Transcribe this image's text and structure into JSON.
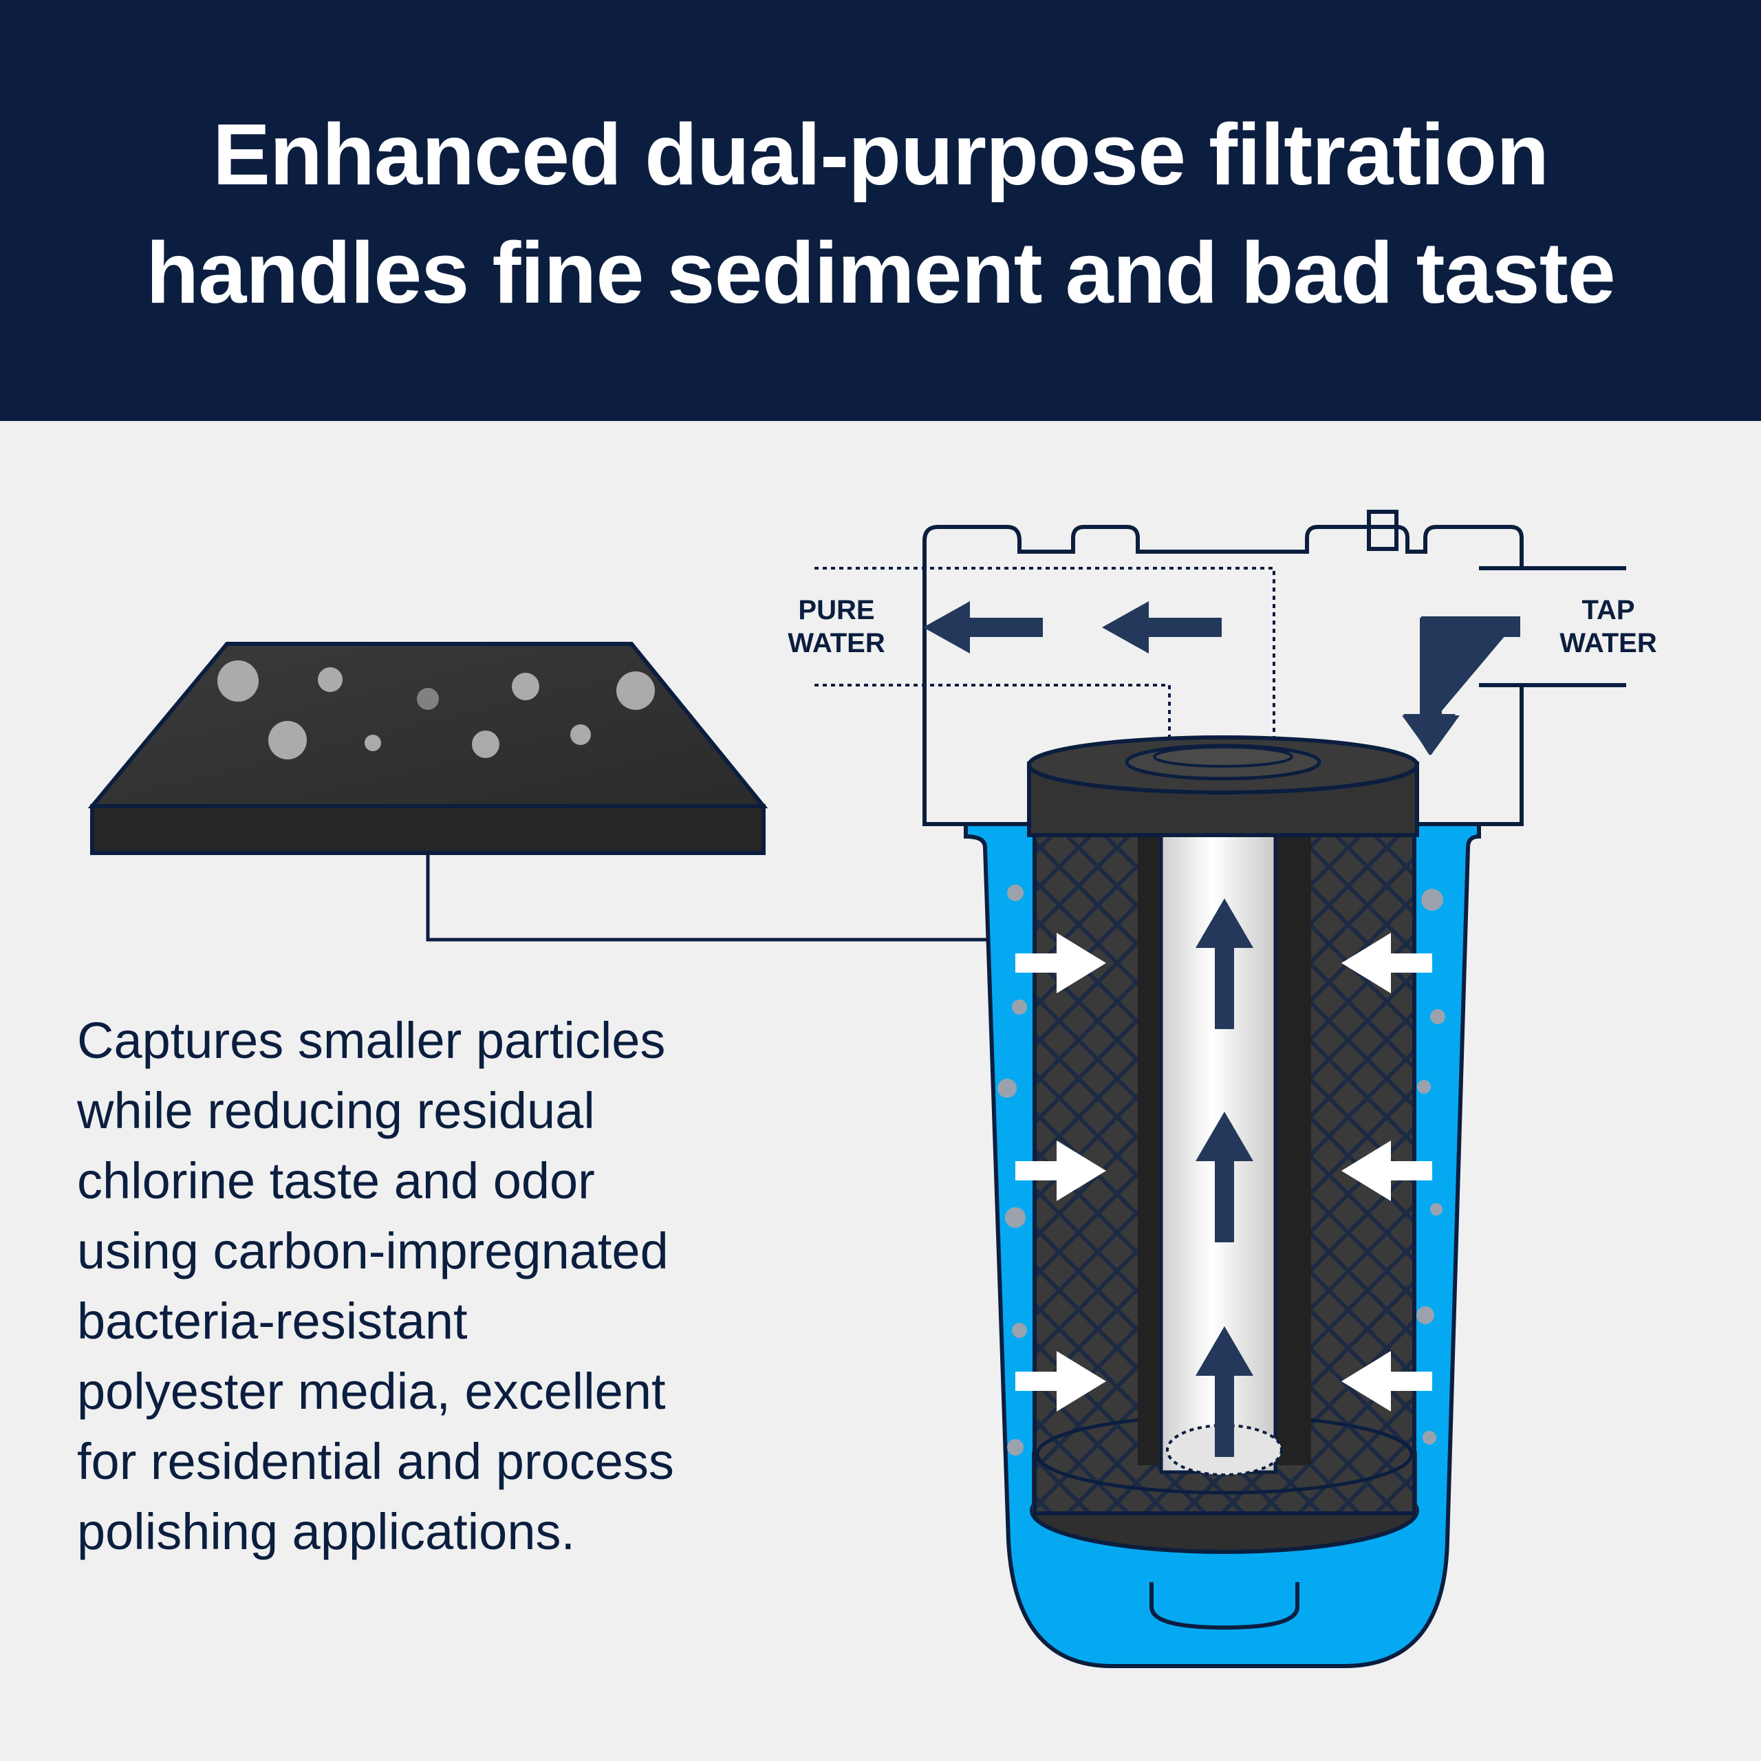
{
  "header": {
    "title_line1": "Enhanced dual-purpose filtration",
    "title_line2": "handles fine sediment and bad taste"
  },
  "labels": {
    "pure_water_line1": "PURE",
    "pure_water_line2": "WATER",
    "tap_water_line1": "TAP",
    "tap_water_line2": "WATER"
  },
  "description": {
    "lines": [
      "Captures smaller particles",
      "while reducing residual",
      "chlorine taste and odor",
      "using carbon-impregnated",
      "bacteria-resistant",
      "polyester media, excellent",
      "for residential and process",
      "polishing applications."
    ]
  },
  "colors": {
    "navy": "#0b1e3f",
    "arrow_navy": "#23385a",
    "housing_blue": "#05a9f2",
    "background": "#f0f0f0",
    "carbon_dark": "#333333"
  },
  "icons": [
    "media-swatch-icon",
    "filter-housing-icon",
    "flow-arrow-icon"
  ]
}
